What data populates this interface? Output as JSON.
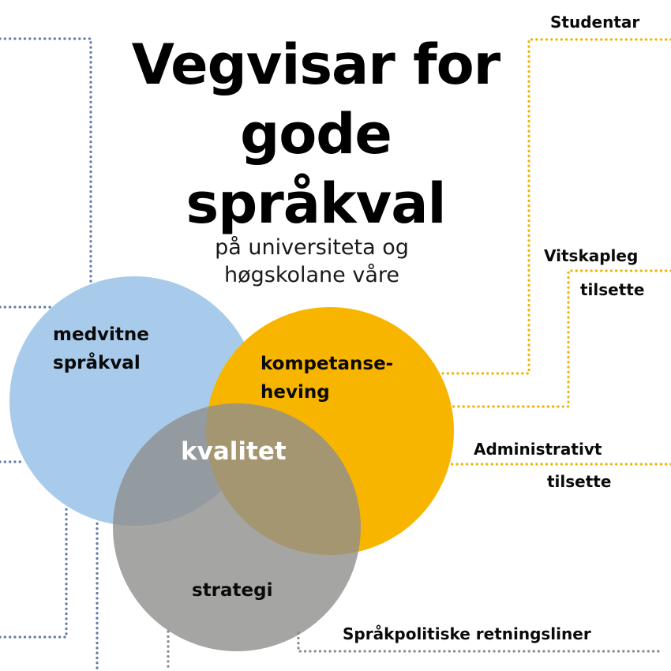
{
  "title": {
    "lines": [
      "Vegvisar for",
      "gode",
      "språkval"
    ]
  },
  "subtitle": {
    "lines": [
      "på universiteta og",
      "høgskolane våre"
    ]
  },
  "circles": {
    "awareness": {
      "label_lines": [
        "medvitne",
        "språkval"
      ],
      "color": "#a9cbeb"
    },
    "competence": {
      "label_lines": [
        "kompetanse-",
        "heving"
      ],
      "color": "#f8b500"
    },
    "strategy": {
      "label": "strategi",
      "color": "#a2a3a2"
    },
    "center": {
      "label": "kvalitet"
    }
  },
  "target_groups": {
    "students": "Studentar",
    "academic_staff": [
      "Vitskapleg",
      "tilsette"
    ],
    "admin_staff": [
      "Administrativt",
      "tilsette"
    ],
    "policy": "Språkpolitiske retningsliner"
  },
  "colors": {
    "blue_line": "#5f7aa6",
    "yellow_line": "#f0b400",
    "grey_line": "#8a8a8a"
  }
}
